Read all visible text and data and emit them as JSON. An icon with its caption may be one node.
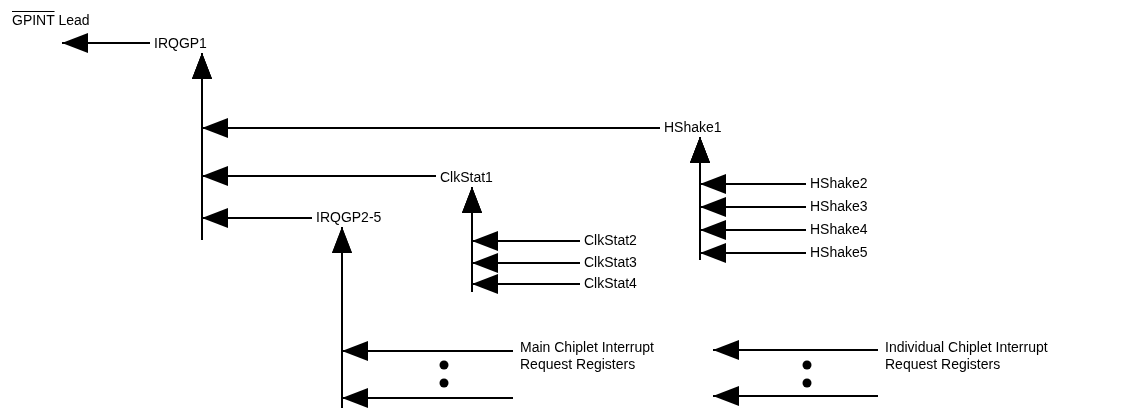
{
  "diagram": {
    "nodes": [
      {
        "text": [
          "GPINT",
          "Lead"
        ]
      },
      {
        "text": [
          "IRQGP1"
        ]
      },
      {
        "text": [
          "HShake1"
        ]
      },
      {
        "text": [
          "ClkStat1"
        ]
      },
      {
        "text": [
          "IRQGP2-5"
        ]
      },
      {
        "text": [
          "ClkStat2"
        ]
      },
      {
        "text": [
          "ClkStat3"
        ]
      },
      {
        "text": [
          "ClkStat4"
        ]
      },
      {
        "text": [
          "HShake2"
        ]
      },
      {
        "text": [
          "HShake3"
        ]
      },
      {
        "text": [
          "HShake4"
        ]
      },
      {
        "text": [
          "HShake5"
        ]
      },
      {
        "text": [
          "Main Chiplet Interrupt Request Registers"
        ]
      },
      {
        "text": [
          "Individual Chiplet Interrupt Request Registers"
        ]
      }
    ],
    "edges": [
      {
        "from": 1,
        "to": 0,
        "arrow": "to"
      },
      {
        "from": 2,
        "to": 1,
        "arrow": "to"
      },
      {
        "from": 3,
        "to": 1,
        "arrow": "to"
      },
      {
        "from": 4,
        "to": 1,
        "arrow": "to"
      },
      {
        "from": 5,
        "to": 3,
        "arrow": "to"
      },
      {
        "from": 6,
        "to": 3,
        "arrow": "to"
      },
      {
        "from": 7,
        "to": 3,
        "arrow": "to"
      },
      {
        "from": 8,
        "to": 2,
        "arrow": "to"
      },
      {
        "from": 9,
        "to": 2,
        "arrow": "to"
      },
      {
        "from": 10,
        "to": 2,
        "arrow": "to"
      },
      {
        "from": 11,
        "to": 2,
        "arrow": "to"
      },
      {
        "from": 12,
        "to": 4,
        "arrow": "to"
      },
      {
        "from": 12,
        "to": 4,
        "arrow": "to"
      },
      {
        "from": 13,
        "to": 12,
        "arrow": "to"
      },
      {
        "from": 13,
        "to": 12,
        "arrow": "to"
      }
    ]
  }
}
